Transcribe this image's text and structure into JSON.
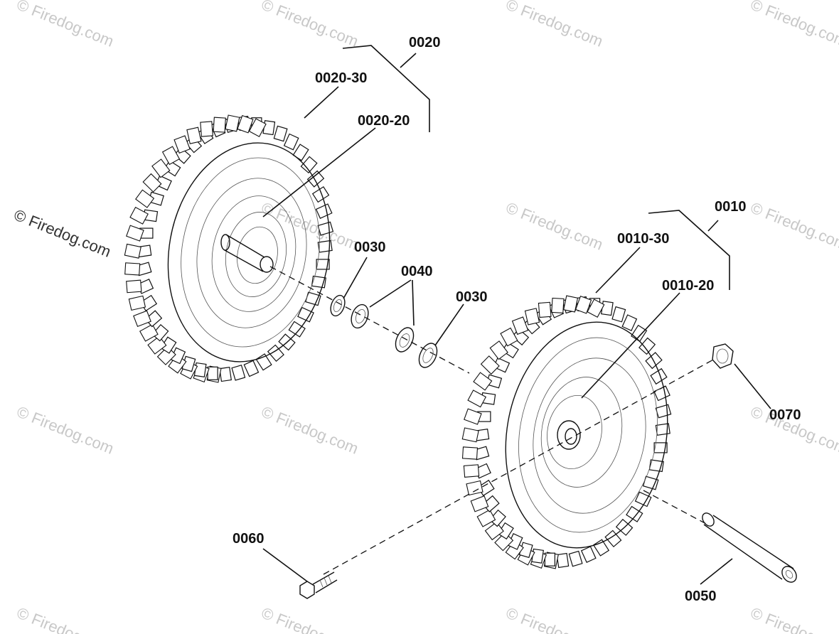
{
  "watermark": {
    "text": "© Firedog.com"
  },
  "parts": {
    "p0020": "0020",
    "p0020_30": "0020-30",
    "p0020_20": "0020-20",
    "p0030_a": "0030",
    "p0040": "0040",
    "p0030_b": "0030",
    "p0010": "0010",
    "p0010_30": "0010-30",
    "p0010_20": "0010-20",
    "p0070": "0070",
    "p0060": "0060",
    "p0050": "0050"
  }
}
